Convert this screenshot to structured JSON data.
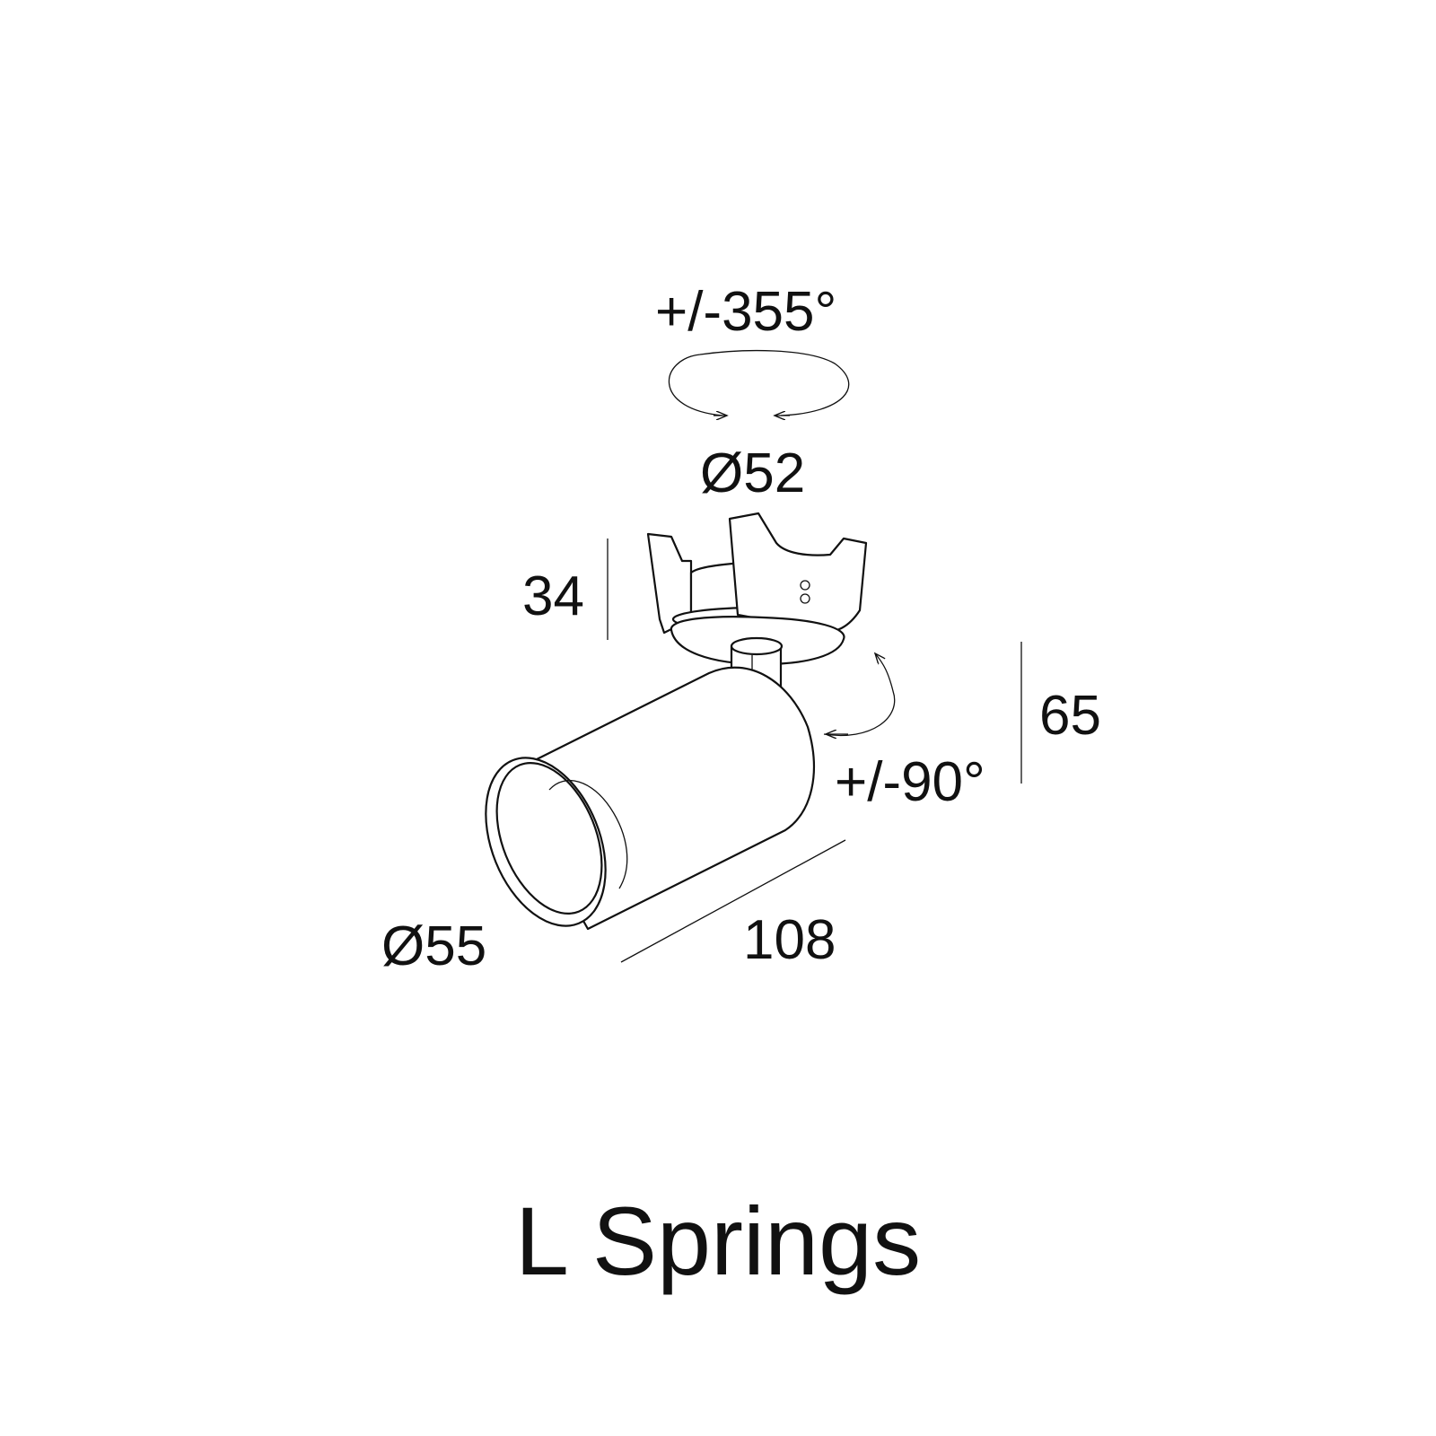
{
  "labels": {
    "rotation_pan": "+/-355°",
    "diameter_top": "Ø52",
    "height_mount": "34",
    "height_total": "65",
    "tilt": "+/-90°",
    "diameter_head": "Ø55",
    "length": "108"
  },
  "title": "L Springs",
  "colors": {
    "line": "#111111",
    "background": "#ffffff"
  }
}
